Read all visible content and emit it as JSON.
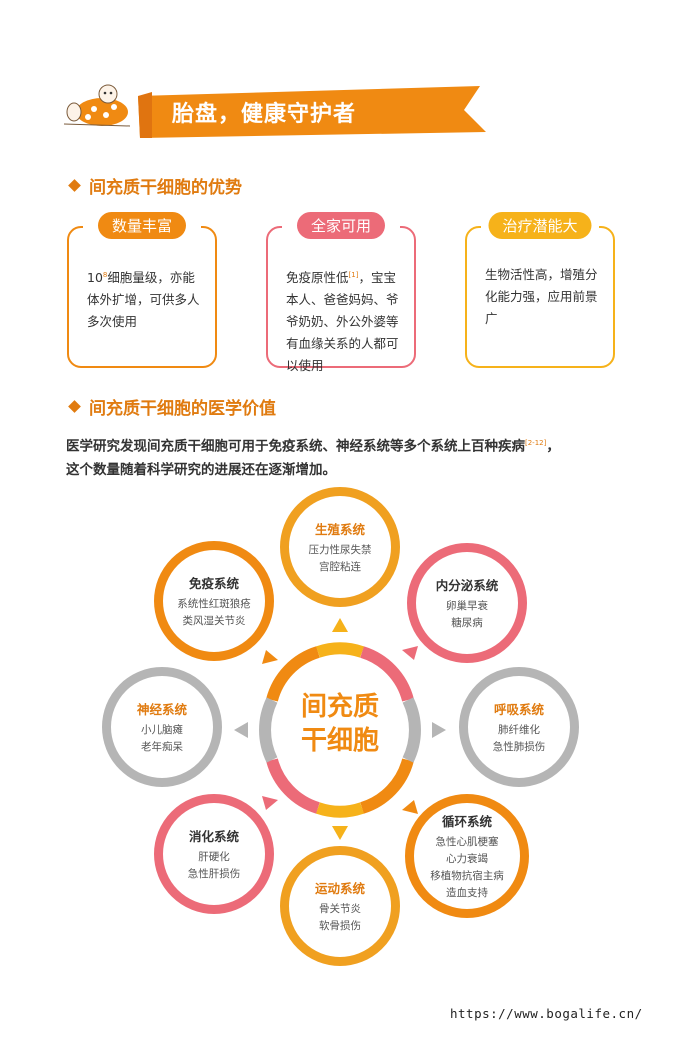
{
  "banner": {
    "title": "胎盘，健康守护者"
  },
  "sections": {
    "advantages": "间充质干细胞的优势",
    "medical_value": "间充质干细胞的医学价值"
  },
  "cards": [
    {
      "tag": "数量丰富",
      "color": "#f08a12",
      "text_pre": "10",
      "sup": "8",
      "text_post": "细胞量级，亦能体外扩增，可供多人多次使用"
    },
    {
      "tag": "全家可用",
      "color": "#ec6b78",
      "text_pre": "免疫原性低",
      "sup": "[1]",
      "text_post": "，宝宝本人、爸爸妈妈、爷爷奶奶、外公外婆等有血缘关系的人都可以使用"
    },
    {
      "tag": "治疗潜能大",
      "color": "#f6b21a",
      "text_pre": "生物活性高，增殖分化能力强，应用前景广",
      "sup": "",
      "text_post": ""
    }
  ],
  "paragraph": {
    "line1_pre": "医学研究发现间充质干细胞可用于免疫系统、神经系统等多个系统上百种疾病",
    "ref": "[2-12]",
    "line1_post": "，",
    "line2": "这个数量随着科学研究的进展还在逐渐增加。"
  },
  "center": {
    "line1": "间充质",
    "line2": "干细胞"
  },
  "nodes": [
    {
      "title": "生殖系统",
      "lines": [
        "压力性尿失禁",
        "宫腔粘连"
      ],
      "ring": "#f0a020",
      "title_color": "#e07b10"
    },
    {
      "title": "内分泌系统",
      "lines": [
        "卵巢早衰",
        "糖尿病"
      ],
      "ring": "#ec6b78",
      "title_color": "#333333"
    },
    {
      "title": "呼吸系统",
      "lines": [
        "肺纤维化",
        "急性肺损伤"
      ],
      "ring": "#b5b5b5",
      "title_color": "#e07b10"
    },
    {
      "title": "循环系统",
      "lines": [
        "急性心肌梗塞",
        "心力衰竭",
        "移植物抗宿主病",
        "造血支持"
      ],
      "ring": "#f08a12",
      "title_color": "#333333"
    },
    {
      "title": "运动系统",
      "lines": [
        "骨关节炎",
        "软骨损伤"
      ],
      "ring": "#f0a020",
      "title_color": "#e07b10"
    },
    {
      "title": "消化系统",
      "lines": [
        "肝硬化",
        "急性肝损伤"
      ],
      "ring": "#ec6b78",
      "title_color": "#333333"
    },
    {
      "title": "神经系统",
      "lines": [
        "小儿脑瘫",
        "老年痴呆"
      ],
      "ring": "#b5b5b5",
      "title_color": "#e07b10"
    },
    {
      "title": "免疫系统",
      "lines": [
        "系统性红斑狼疮",
        "类风湿关节炎"
      ],
      "ring": "#f08a12",
      "title_color": "#333333"
    }
  ],
  "footer": {
    "url": "https://www.bogalife.cn/"
  }
}
